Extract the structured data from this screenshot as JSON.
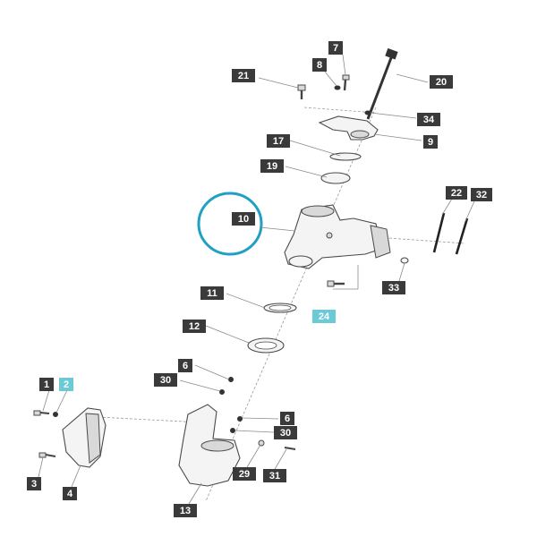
{
  "diagram": {
    "highlight_color": "#21a0c4",
    "label_color": "#3a3a3a",
    "label_highlight_color": "#6cc9d6",
    "labels": [
      {
        "id": "l7",
        "text": "7"
      },
      {
        "id": "l8",
        "text": "8"
      },
      {
        "id": "l21",
        "text": "21"
      },
      {
        "id": "l20",
        "text": "20"
      },
      {
        "id": "l34",
        "text": "34"
      },
      {
        "id": "l9",
        "text": "9"
      },
      {
        "id": "l17",
        "text": "17"
      },
      {
        "id": "l19",
        "text": "19"
      },
      {
        "id": "l22",
        "text": "22"
      },
      {
        "id": "l32",
        "text": "32"
      },
      {
        "id": "l10",
        "text": "10"
      },
      {
        "id": "l33",
        "text": "33"
      },
      {
        "id": "l11",
        "text": "11"
      },
      {
        "id": "l24",
        "text": "24"
      },
      {
        "id": "l12",
        "text": "12"
      },
      {
        "id": "l6a",
        "text": "6"
      },
      {
        "id": "l30a",
        "text": "30"
      },
      {
        "id": "l1",
        "text": "1"
      },
      {
        "id": "l2",
        "text": "2"
      },
      {
        "id": "l6b",
        "text": "6"
      },
      {
        "id": "l30b",
        "text": "30"
      },
      {
        "id": "l29",
        "text": "29"
      },
      {
        "id": "l31",
        "text": "31"
      },
      {
        "id": "l3",
        "text": "3"
      },
      {
        "id": "l4",
        "text": "4"
      },
      {
        "id": "l13",
        "text": "13"
      }
    ]
  }
}
